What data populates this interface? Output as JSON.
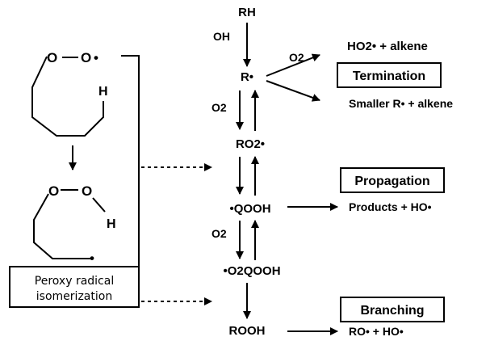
{
  "species": {
    "rh": "RH",
    "oh": "OH",
    "r_radical": "R•",
    "ro2_radical": "RO2•",
    "qooh_radical": "•QOOH",
    "o2qooh_radical": "•O2QOOH",
    "rooh": "ROOH",
    "o2_a": "O2",
    "o2_b": "O2",
    "o2_c": "O2"
  },
  "products": {
    "termination_1": "HO2• + alkene",
    "termination_2": "Smaller R• + alkene",
    "propagation": "Products + HO•",
    "branching": "RO• + HO•"
  },
  "boxes": {
    "termination": "Termination",
    "propagation": "Propagation",
    "branching": "Branching",
    "isomerization_line1": "Peroxy radical",
    "isomerization_line2": "isomerization"
  },
  "structure_atoms": {
    "top_o1": "O",
    "top_o2": "O",
    "top_dot": "•",
    "top_h": "H",
    "bottom_o1": "O",
    "bottom_o2": "O",
    "bottom_h": "H",
    "bottom_dot": "•"
  }
}
